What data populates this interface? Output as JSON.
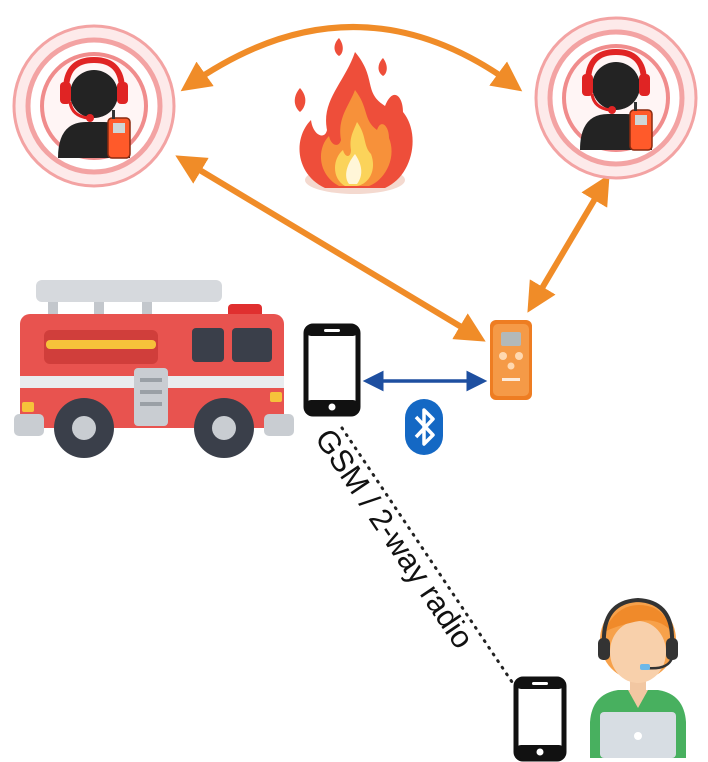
{
  "diagram": {
    "link_label": "GSM / 2-way radio",
    "colors": {
      "arrow_orange": "#f08c28",
      "arrow_blue": "#1e4fa0",
      "ring_red": "#f3a3a3",
      "truck_red": "#e8534f",
      "device_orange": "#ee7d22",
      "bluetooth_blue": "#1468c4",
      "dotted_link": "#222222"
    },
    "nodes": [
      {
        "id": "firefighter-left",
        "icon": "firefighter-with-headset-and-radio-icon"
      },
      {
        "id": "firefighter-right",
        "icon": "firefighter-with-headset-and-radio-icon"
      },
      {
        "id": "fire",
        "icon": "fire-icon"
      },
      {
        "id": "fire-truck",
        "icon": "fire-truck-icon"
      },
      {
        "id": "smartphone",
        "icon": "smartphone-icon"
      },
      {
        "id": "orange-radio-device",
        "icon": "portable-device-icon"
      },
      {
        "id": "bluetooth",
        "icon": "bluetooth-icon"
      },
      {
        "id": "dispatcher-phone",
        "icon": "smartphone-icon"
      },
      {
        "id": "dispatcher",
        "icon": "operator-with-headset-icon"
      }
    ]
  }
}
